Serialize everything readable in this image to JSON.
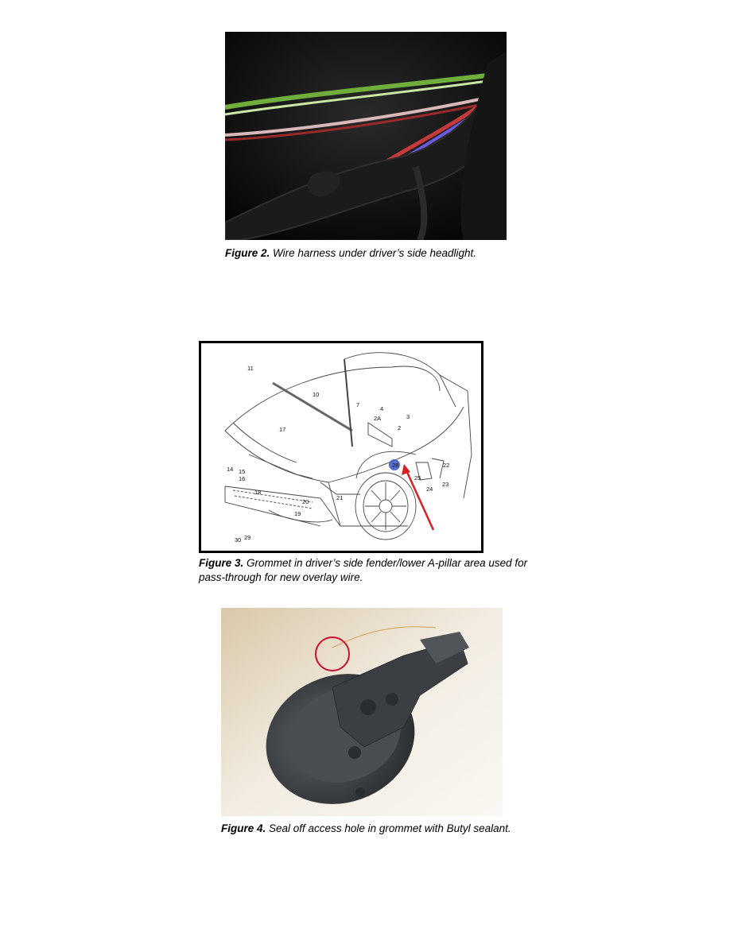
{
  "figures": [
    {
      "id": "figure-2",
      "label": "Figure 2.",
      "caption": " Wire harness under driver’s side headlight."
    },
    {
      "id": "figure-3",
      "label": "Figure 3.",
      "caption": " Grommet in driver’s side fender/lower A-pillar area used for pass-through for new overlay wire.",
      "diagram_callouts": [
        "28",
        "11",
        "10",
        "7",
        "4",
        "2A",
        "3",
        "2",
        "17",
        "14",
        "15",
        "16",
        "18",
        "20",
        "19",
        "21",
        "22",
        "25",
        "24",
        "23",
        "30",
        "29"
      ]
    },
    {
      "id": "figure-4",
      "label": "Figure 4.",
      "caption": " Seal off access hole in grommet with Butyl sealant."
    }
  ],
  "colors": {
    "highlight_circle": "#3a55c8",
    "arrow": "#d81f26",
    "annotation_ring": "#c8102e"
  }
}
